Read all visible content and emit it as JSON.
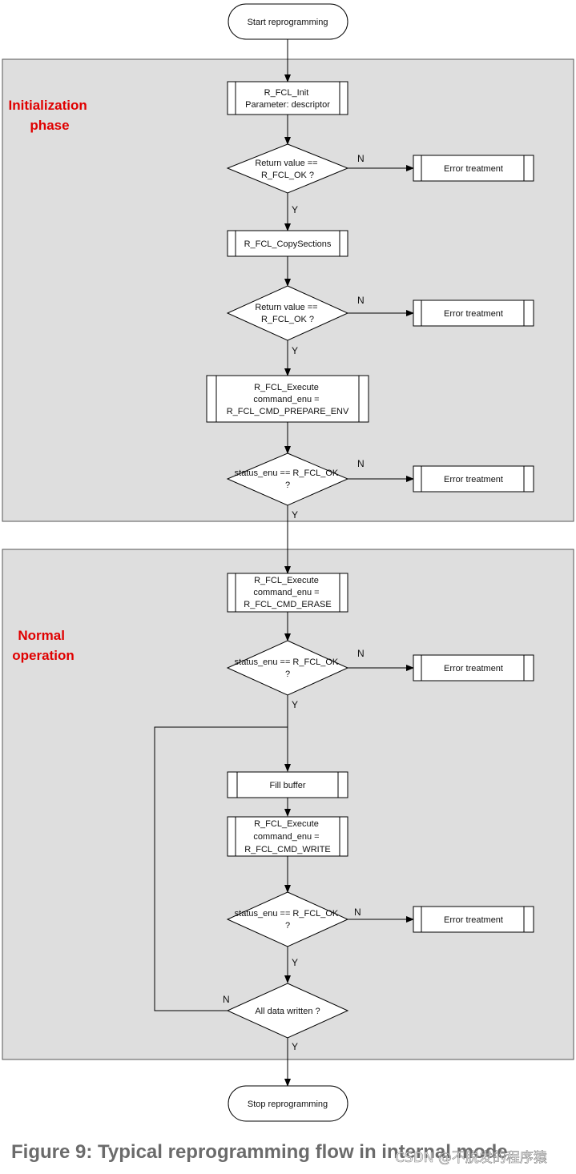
{
  "phases": {
    "init_label": [
      "Initialization",
      "phase"
    ],
    "normal_label": [
      "Normal",
      "operation"
    ]
  },
  "nodes": {
    "start": [
      "Start reprogramming"
    ],
    "init": [
      "R_FCL_Init",
      "Parameter: descriptor"
    ],
    "dec1": [
      "Return value ==",
      "R_FCL_OK ?"
    ],
    "err1": [
      "Error treatment"
    ],
    "copy": [
      "R_FCL_CopySections"
    ],
    "dec2": [
      "Return value ==",
      "R_FCL_OK ?"
    ],
    "err2": [
      "Error treatment"
    ],
    "exec_prep": [
      "R_FCL_Execute",
      "command_enu =",
      "R_FCL_CMD_PREPARE_ENV"
    ],
    "dec3": [
      "status_enu == R_FCL_OK",
      "?"
    ],
    "err3": [
      "Error treatment"
    ],
    "exec_erase": [
      "R_FCL_Execute",
      "command_enu =",
      "R_FCL_CMD_ERASE"
    ],
    "dec4": [
      "status_enu == R_FCL_OK",
      "?"
    ],
    "err4": [
      "Error treatment"
    ],
    "fill": [
      "Fill buffer"
    ],
    "exec_write": [
      "R_FCL_Execute",
      "command_enu =",
      "R_FCL_CMD_WRITE"
    ],
    "dec5": [
      "status_enu == R_FCL_OK",
      "?"
    ],
    "err5": [
      "Error treatment"
    ],
    "dec6": [
      "All data written ?"
    ],
    "stop": [
      "Stop reprogramming"
    ]
  },
  "labels": {
    "yes": "Y",
    "no": "N"
  },
  "caption": "Figure 9: Typical reprogramming flow in internal mode",
  "watermark": "CSDN @不脱发的程序猿",
  "colors": {
    "phase_fill": "#dedede",
    "node_fill": "#ffffff",
    "line": "#000000",
    "phase_label": "#e00000",
    "caption": "#6b6b6b"
  }
}
